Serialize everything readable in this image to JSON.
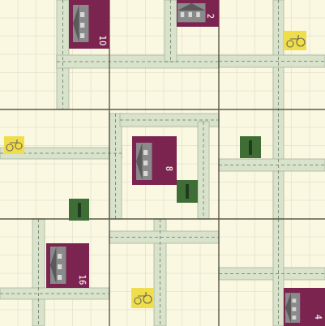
{
  "diagram": {
    "nodes": [
      {
        "text": [
          "10"
        ]
      },
      {
        "text": [
          "2"
        ]
      },
      {
        "text": [
          "8"
        ]
      },
      {
        "text": [
          "16"
        ]
      },
      {
        "text": [
          "4"
        ]
      }
    ]
  }
}
